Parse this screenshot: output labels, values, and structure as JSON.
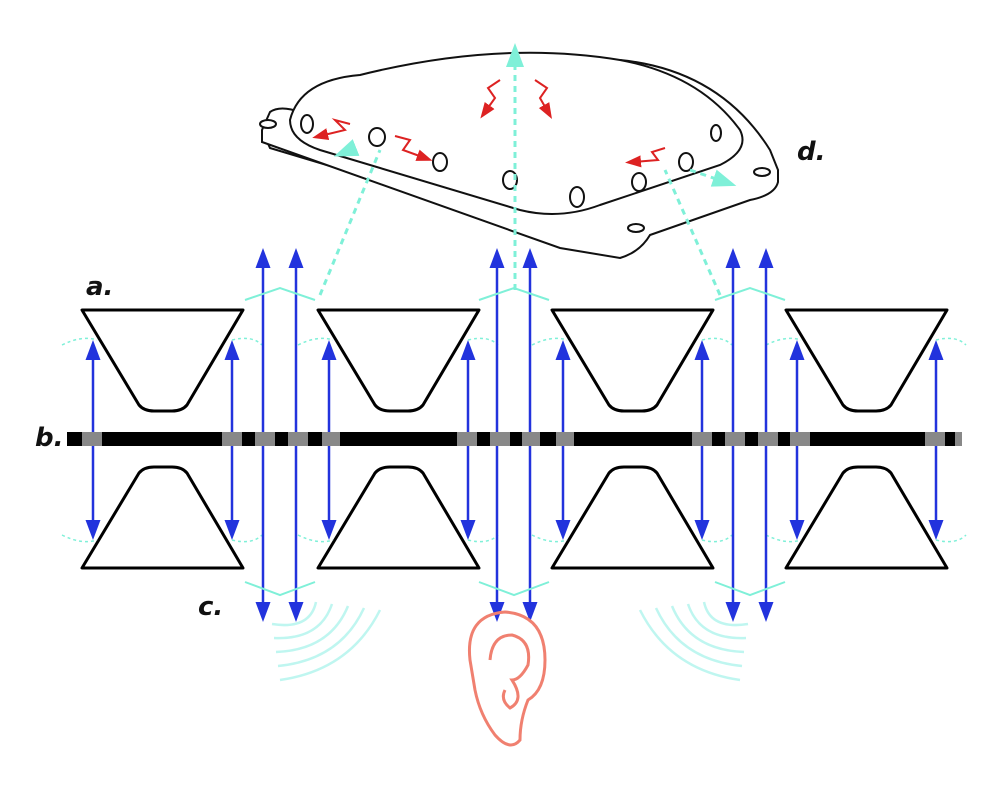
{
  "labels": {
    "a": "a.",
    "b": "b.",
    "c": "c.",
    "d": "d."
  },
  "colors": {
    "outline": "#000000",
    "arrow_blue": "#2233dd",
    "flow_cyan": "#7ff0d8",
    "heat_red": "#dd2222",
    "ear": "#f08070",
    "bar_gray": "#888888"
  }
}
